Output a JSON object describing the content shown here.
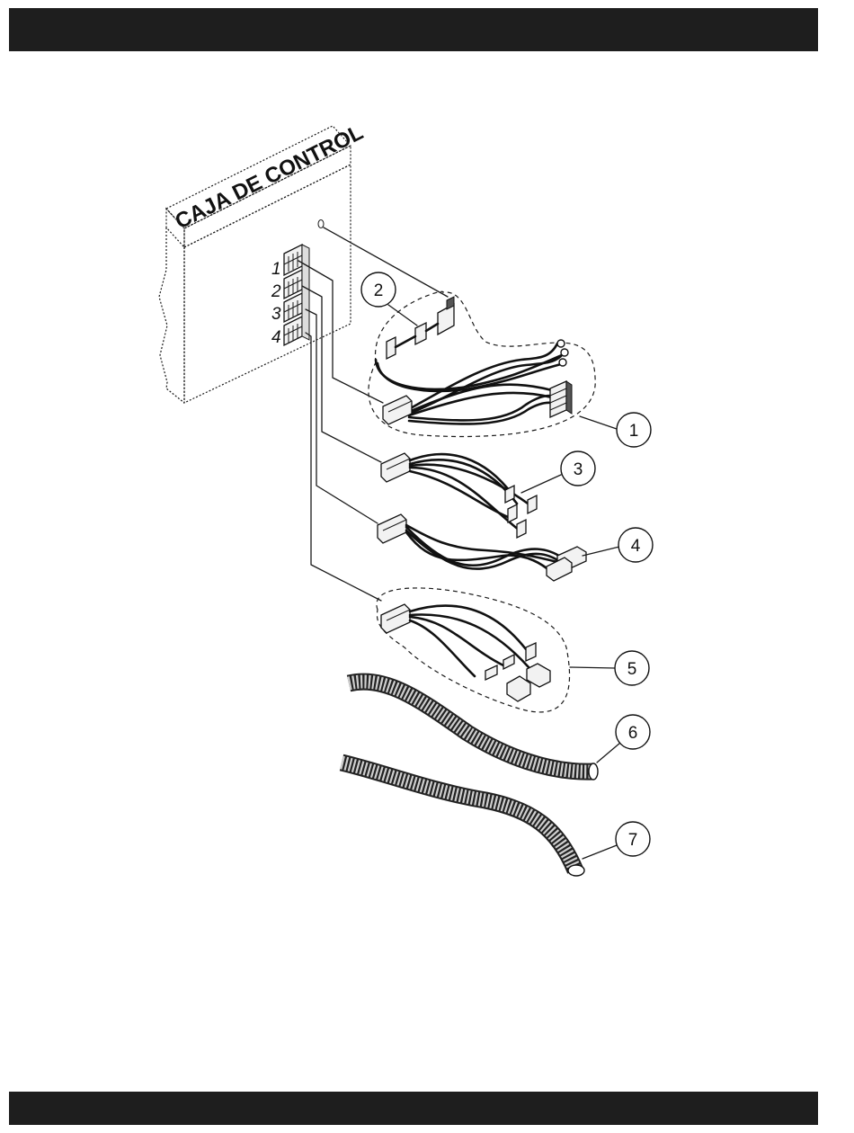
{
  "box": {
    "title": "CAJA DE CONTROL"
  },
  "ports": [
    "1",
    "2",
    "3",
    "4"
  ],
  "callouts": [
    "1",
    "2",
    "3",
    "4",
    "5",
    "6",
    "7"
  ]
}
